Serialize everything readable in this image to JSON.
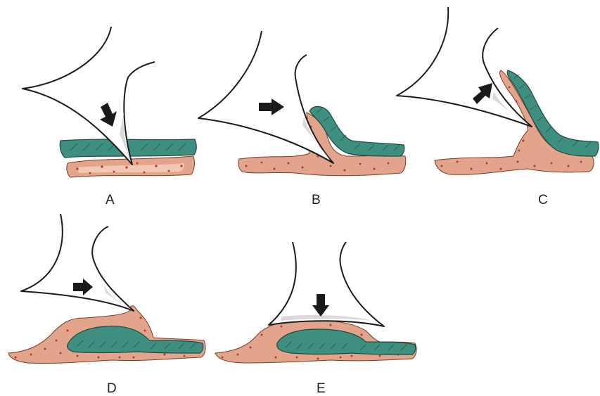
{
  "panels": [
    {
      "id": "A",
      "label": "A"
    },
    {
      "id": "B",
      "label": "B"
    },
    {
      "id": "C",
      "label": "C"
    },
    {
      "id": "D",
      "label": "D"
    },
    {
      "id": "E",
      "label": "E"
    }
  ],
  "colors": {
    "tissue": "#e2a48a",
    "tissue_dots": "#b0352a",
    "flap": "#3f8f80",
    "instrument_fill": "#ffffff",
    "instrument_stroke": "#1c1c1c",
    "arrow": "#1a1a1a"
  }
}
